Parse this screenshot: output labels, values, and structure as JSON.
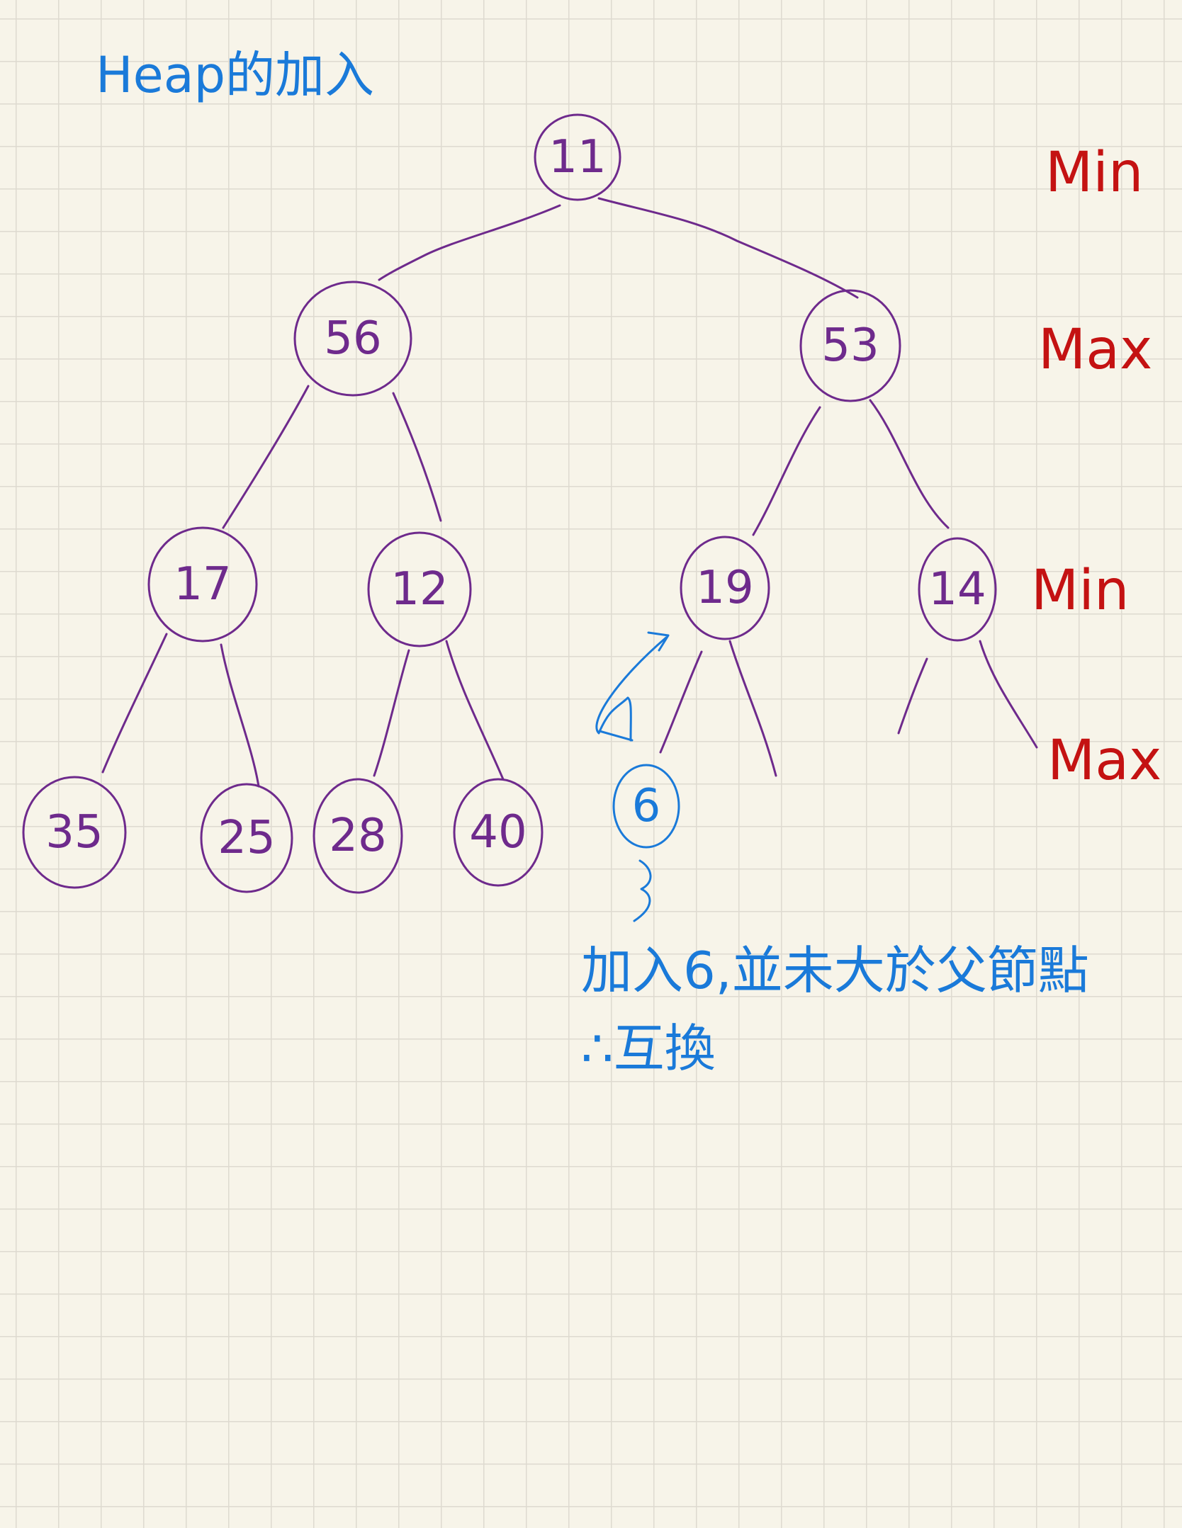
{
  "title": "Heap的加入",
  "levels": [
    "Min",
    "Max",
    "Min",
    "Max"
  ],
  "tree": {
    "root": "11",
    "level1": [
      "56",
      "53"
    ],
    "level2": [
      "17",
      "12",
      "19",
      "14"
    ],
    "level3": [
      "35",
      "25",
      "28",
      "40"
    ]
  },
  "new_node": "6",
  "note": {
    "line1": "加入6,並未大於父節點",
    "line2": "∴互換"
  },
  "colors": {
    "tree": "#6e2a8c",
    "annotation": "#1a7ad9",
    "levels": "#c41212"
  }
}
